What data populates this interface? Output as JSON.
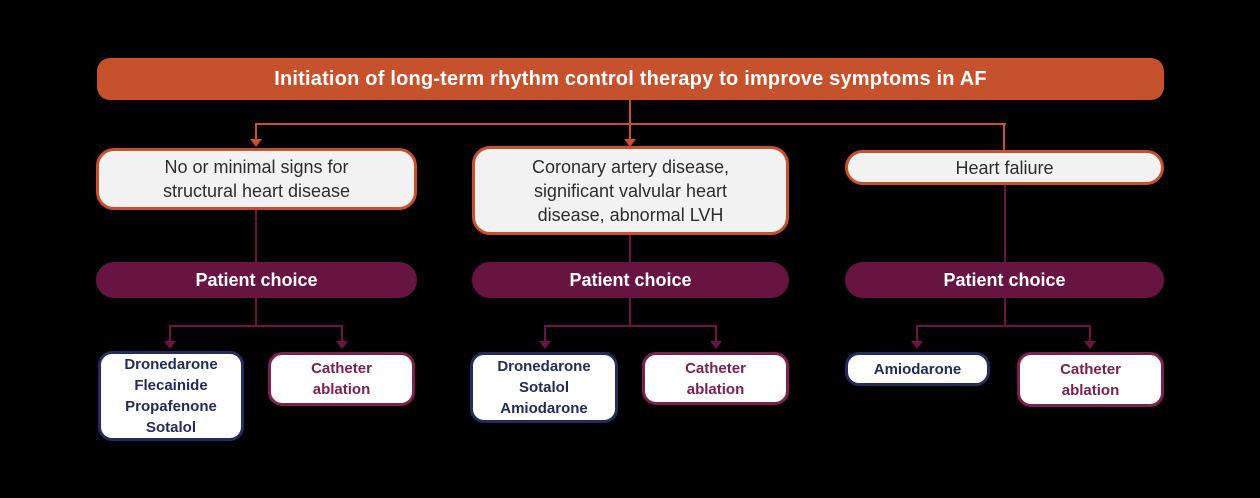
{
  "diagram": {
    "title": "Initiation of long-term rhythm control therapy to improve symptoms in AF",
    "patient_choice_label": "Patient choice",
    "branches": [
      {
        "condition_lines": [
          "No or minimal signs for",
          "structural heart disease"
        ],
        "patient_choice": "Patient choice",
        "medications": [
          "Dronedarone",
          "Flecainide",
          "Propafenone",
          "Sotalol"
        ],
        "ablation_lines": [
          "Catheter",
          "ablation"
        ]
      },
      {
        "condition_lines": [
          "Coronary artery disease,",
          "significant valvular heart",
          "disease, abnormal LVH"
        ],
        "patient_choice": "Patient choice",
        "medications": [
          "Dronedarone",
          "Sotalol",
          "Amiodarone"
        ],
        "ablation_lines": [
          "Catheter",
          "ablation"
        ]
      },
      {
        "condition_lines": [
          "Heart faliure"
        ],
        "patient_choice": "Patient choice",
        "medications": [
          "Amiodarone"
        ],
        "ablation_lines": [
          "Catheter",
          "ablation"
        ]
      }
    ],
    "colors": {
      "orange": "#C5522D",
      "plum": "#681440",
      "line_plum": "#6B1342",
      "navy": "#232C5C",
      "maroon": "#7B2150",
      "condition_fill": "#F2F2F2",
      "background": "#000000"
    }
  }
}
